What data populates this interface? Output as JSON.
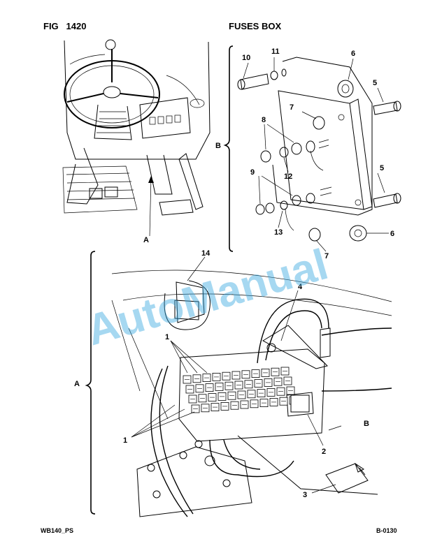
{
  "header": {
    "fig_label": "FIG",
    "fig_number": "1420",
    "section_title": "FUSES BOX"
  },
  "footer": {
    "left_code": "WB140_PS",
    "right_code": "B-0130"
  },
  "watermark": {
    "text": "AutoManual",
    "color": "#3aa9e0"
  },
  "view_labels": {
    "A": "A",
    "B": "B"
  },
  "callouts": [
    "1",
    "2",
    "3",
    "4",
    "5",
    "6",
    "7",
    "8",
    "9",
    "10",
    "11",
    "12",
    "13",
    "14"
  ]
}
